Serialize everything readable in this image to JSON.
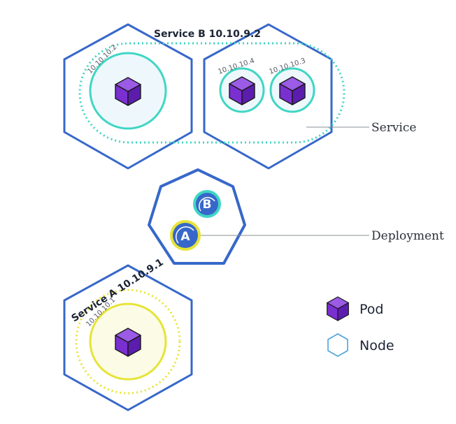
{
  "service_b": {
    "title": "Service B 10.10.9.2"
  },
  "service_a": {
    "title": "Service A  10.10.9.1"
  },
  "pods": {
    "pod_1": "10.10.10.2",
    "pod_4": "10.10.10.4",
    "pod_3": "10.10.10.3",
    "pod_a": "10.10.10.1"
  },
  "deployment": {
    "badge_b": "B",
    "badge_a": "A"
  },
  "callouts": {
    "service": "Service",
    "deployment": "Deployment"
  },
  "legend": {
    "pod_label": "Pod",
    "node_label": "Node"
  },
  "colors": {
    "node_stroke": "#3768c9",
    "service_b_ring": "#3fd6c4",
    "service_a_ring": "#e6e437",
    "pod_purple": "#7a2fd0"
  }
}
